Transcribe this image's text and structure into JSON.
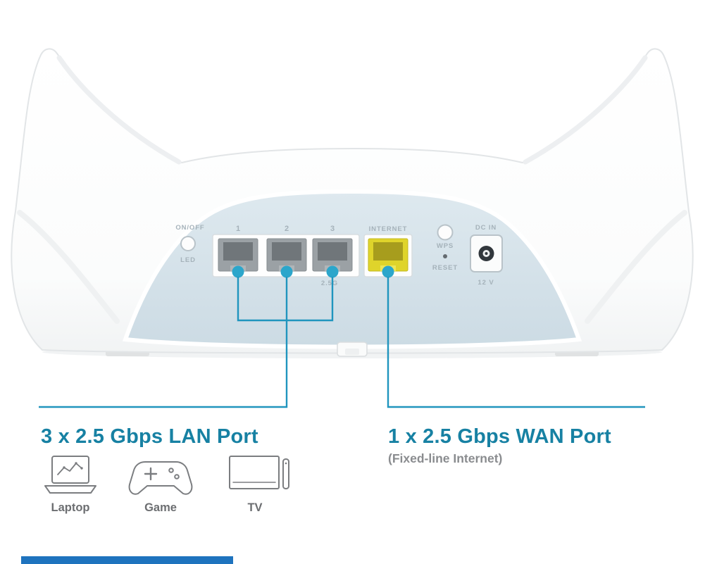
{
  "rear_panel": {
    "power_label": "ON/OFF",
    "led_label": "LED",
    "lan_ports": [
      "1",
      "2",
      "3"
    ],
    "lan_speed_label": "2.5G",
    "internet_label": "INTERNET",
    "wps_label": "WPS",
    "reset_label": "RESET",
    "dc_in_label": "DC IN",
    "dc_voltage_label": "12 V"
  },
  "callouts": {
    "lan": {
      "title": "3 x 2.5 Gbps LAN Port"
    },
    "wan": {
      "title": "1 x 2.5 Gbps WAN Port",
      "subtitle": "(Fixed-line Internet)"
    }
  },
  "devices": [
    {
      "icon": "laptop-icon",
      "label": "Laptop"
    },
    {
      "icon": "gamepad-icon",
      "label": "Game"
    },
    {
      "icon": "tv-icon",
      "label": "TV"
    }
  ],
  "colors": {
    "headline_teal": "#1781A3",
    "callout_line": "#2095BE",
    "port_dot_blue": "#2CA6CB",
    "internet_port_yellow": "#DFD42B",
    "panel_blue": "#D4E1E9",
    "bottom_bar_blue": "#1E73BE"
  }
}
